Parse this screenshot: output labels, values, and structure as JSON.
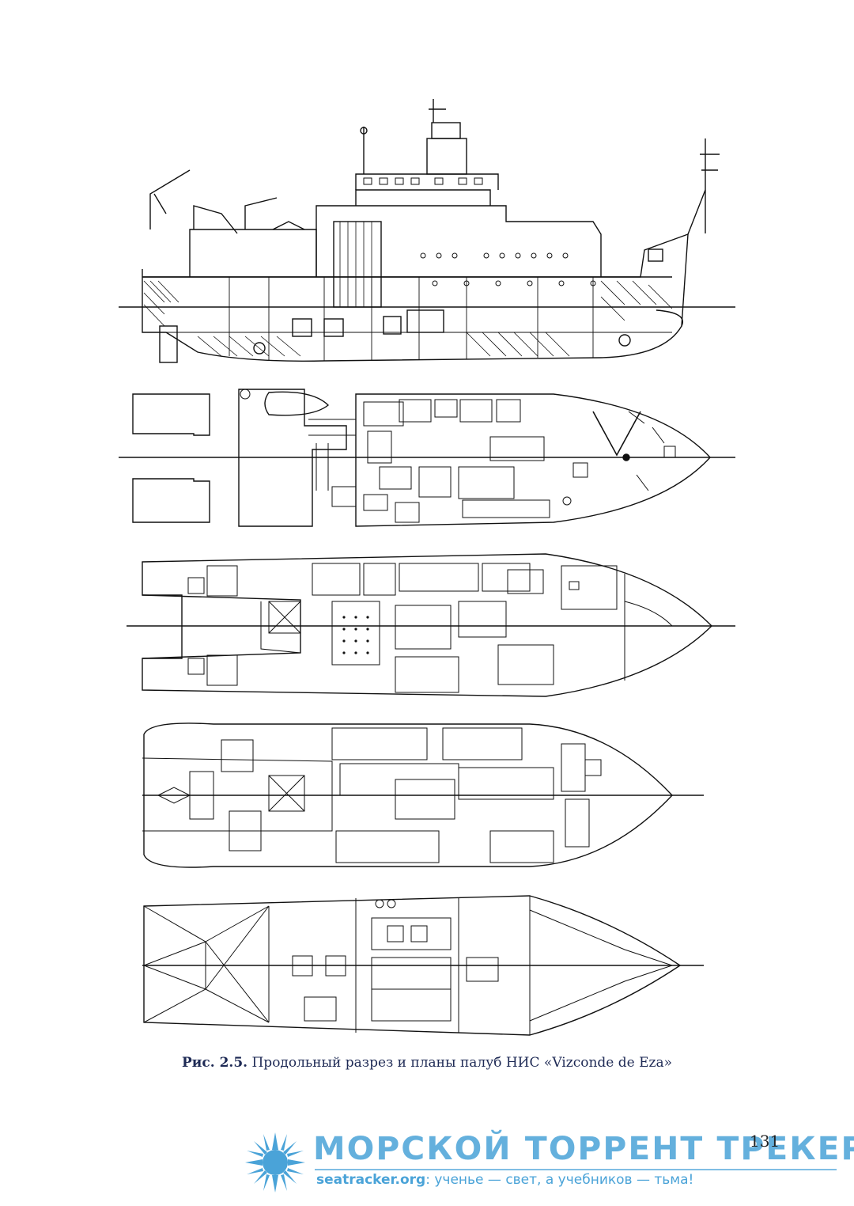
{
  "figure": {
    "caption_label": "Рис. 2.5.",
    "caption_text": " Продольный разрез и планы палуб НИС «Vizconde de Eza»"
  },
  "page_number": "131",
  "watermark": {
    "title": "МОРСКОЙ ТОРРЕНТ ТРЕКЕР",
    "site": "seatracker.org",
    "slogan": ": ученье — свет, а учебников — тьма!"
  },
  "colors": {
    "caption": "#1e2a55",
    "watermark": "#4aa3d8",
    "lines": "#111111"
  }
}
